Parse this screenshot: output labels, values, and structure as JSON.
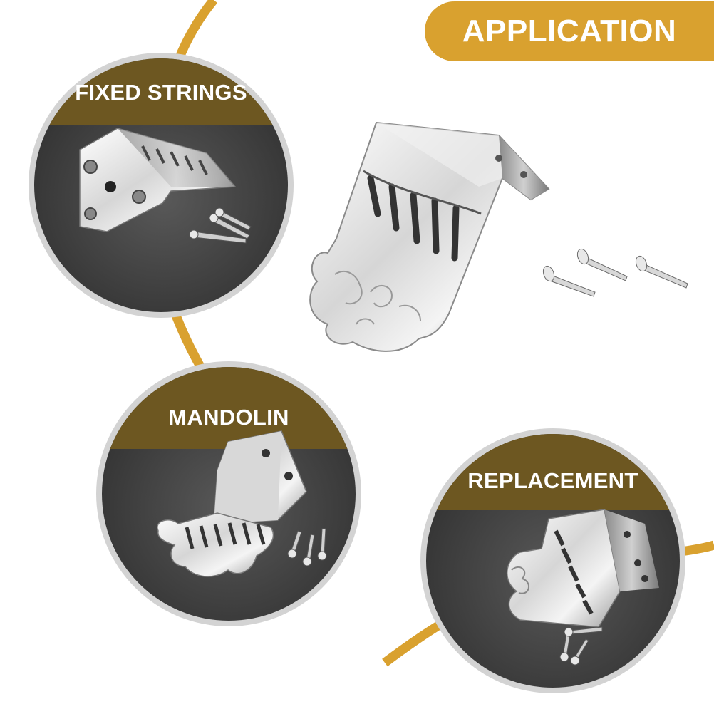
{
  "banner": {
    "title": "APPLICATION"
  },
  "panels": {
    "fixed_strings": {
      "label": "FIXED STRINGS"
    },
    "mandolin": {
      "label": "MANDOLIN"
    },
    "replacement": {
      "label": "REPLACEMENT"
    }
  },
  "colors": {
    "accent_gold": "#d9a12f",
    "label_band": "#6d5721",
    "circle_ring": "#cfcfcf",
    "circle_bg": "#4a4a4a",
    "chrome": "#e4e4e4"
  }
}
